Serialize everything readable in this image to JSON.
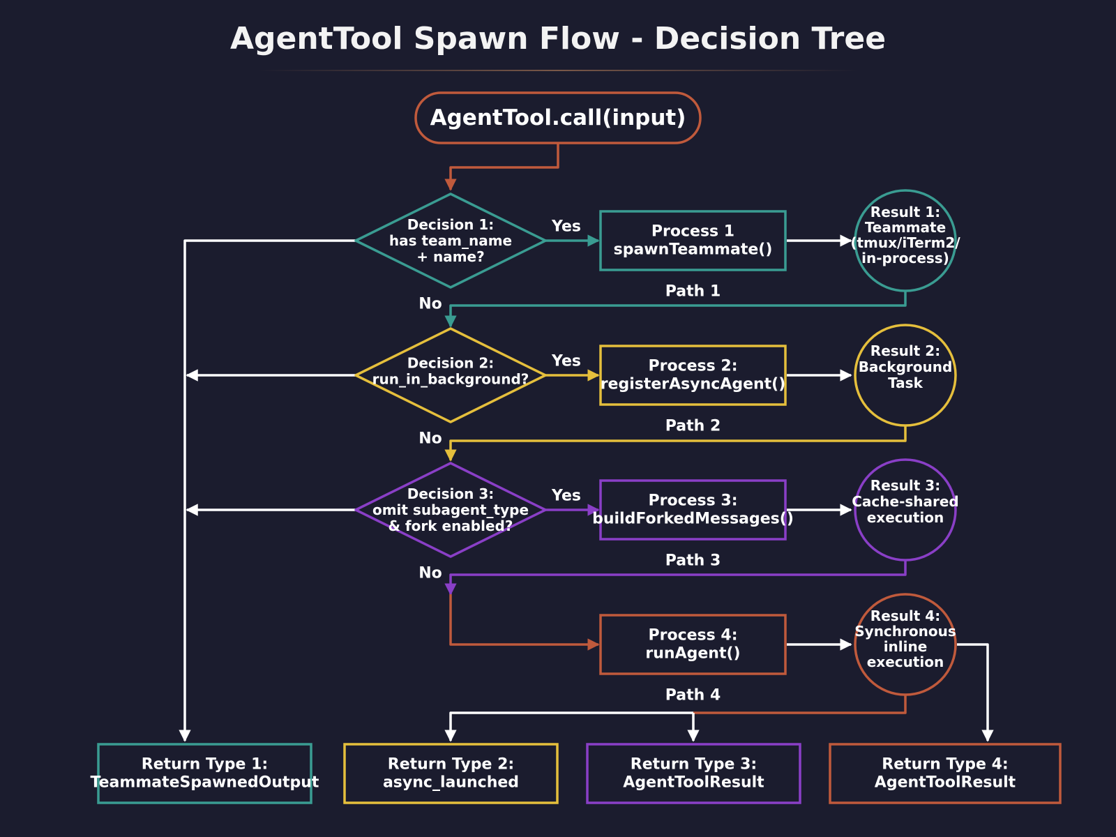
{
  "title": "AgentTool Spawn Flow - Decision Tree",
  "colors": {
    "background": "#1b1c2e",
    "teal": "#3a9c92",
    "yellow": "#e5bf3c",
    "purple": "#8a3fc7",
    "rust": "#c05a3c",
    "white": "#ffffff"
  },
  "start": {
    "label": "AgentTool.call(input)"
  },
  "decisions": [
    {
      "lines": [
        "Decision 1:",
        "has team_name",
        "+ name?"
      ]
    },
    {
      "lines": [
        "Decision 2:",
        "run_in_background?"
      ]
    },
    {
      "lines": [
        "Decision 3:",
        "omit subagent_type",
        "& fork enabled?"
      ]
    }
  ],
  "processes": [
    {
      "lines": [
        "Process 1",
        "spawnTeammate()"
      ],
      "path": "Path 1"
    },
    {
      "lines": [
        "Process 2:",
        "registerAsyncAgent()"
      ],
      "path": "Path 2"
    },
    {
      "lines": [
        "Process 3:",
        "buildForkedMessages()"
      ],
      "path": "Path 3"
    },
    {
      "lines": [
        "Process 4:",
        "runAgent()"
      ],
      "path": "Path 4"
    }
  ],
  "results": [
    {
      "lines": [
        "Result 1:",
        "Teammate",
        "(tmux/iTerm2/",
        "in-process)"
      ]
    },
    {
      "lines": [
        "Result 2:",
        "Background",
        "Task"
      ]
    },
    {
      "lines": [
        "Result 3:",
        "Cache-shared",
        "execution"
      ]
    },
    {
      "lines": [
        "Result 4:",
        "Synchronous",
        "inline",
        "execution"
      ]
    }
  ],
  "returns": [
    {
      "lines": [
        "Return Type 1:",
        "TeammateSpawnedOutput"
      ]
    },
    {
      "lines": [
        "Return Type 2:",
        "async_launched"
      ]
    },
    {
      "lines": [
        "Return Type 3:",
        "AgentToolResult"
      ]
    },
    {
      "lines": [
        "Return Type 4:",
        "AgentToolResult"
      ]
    }
  ],
  "edge_labels": {
    "yes": "Yes",
    "no": "No"
  }
}
